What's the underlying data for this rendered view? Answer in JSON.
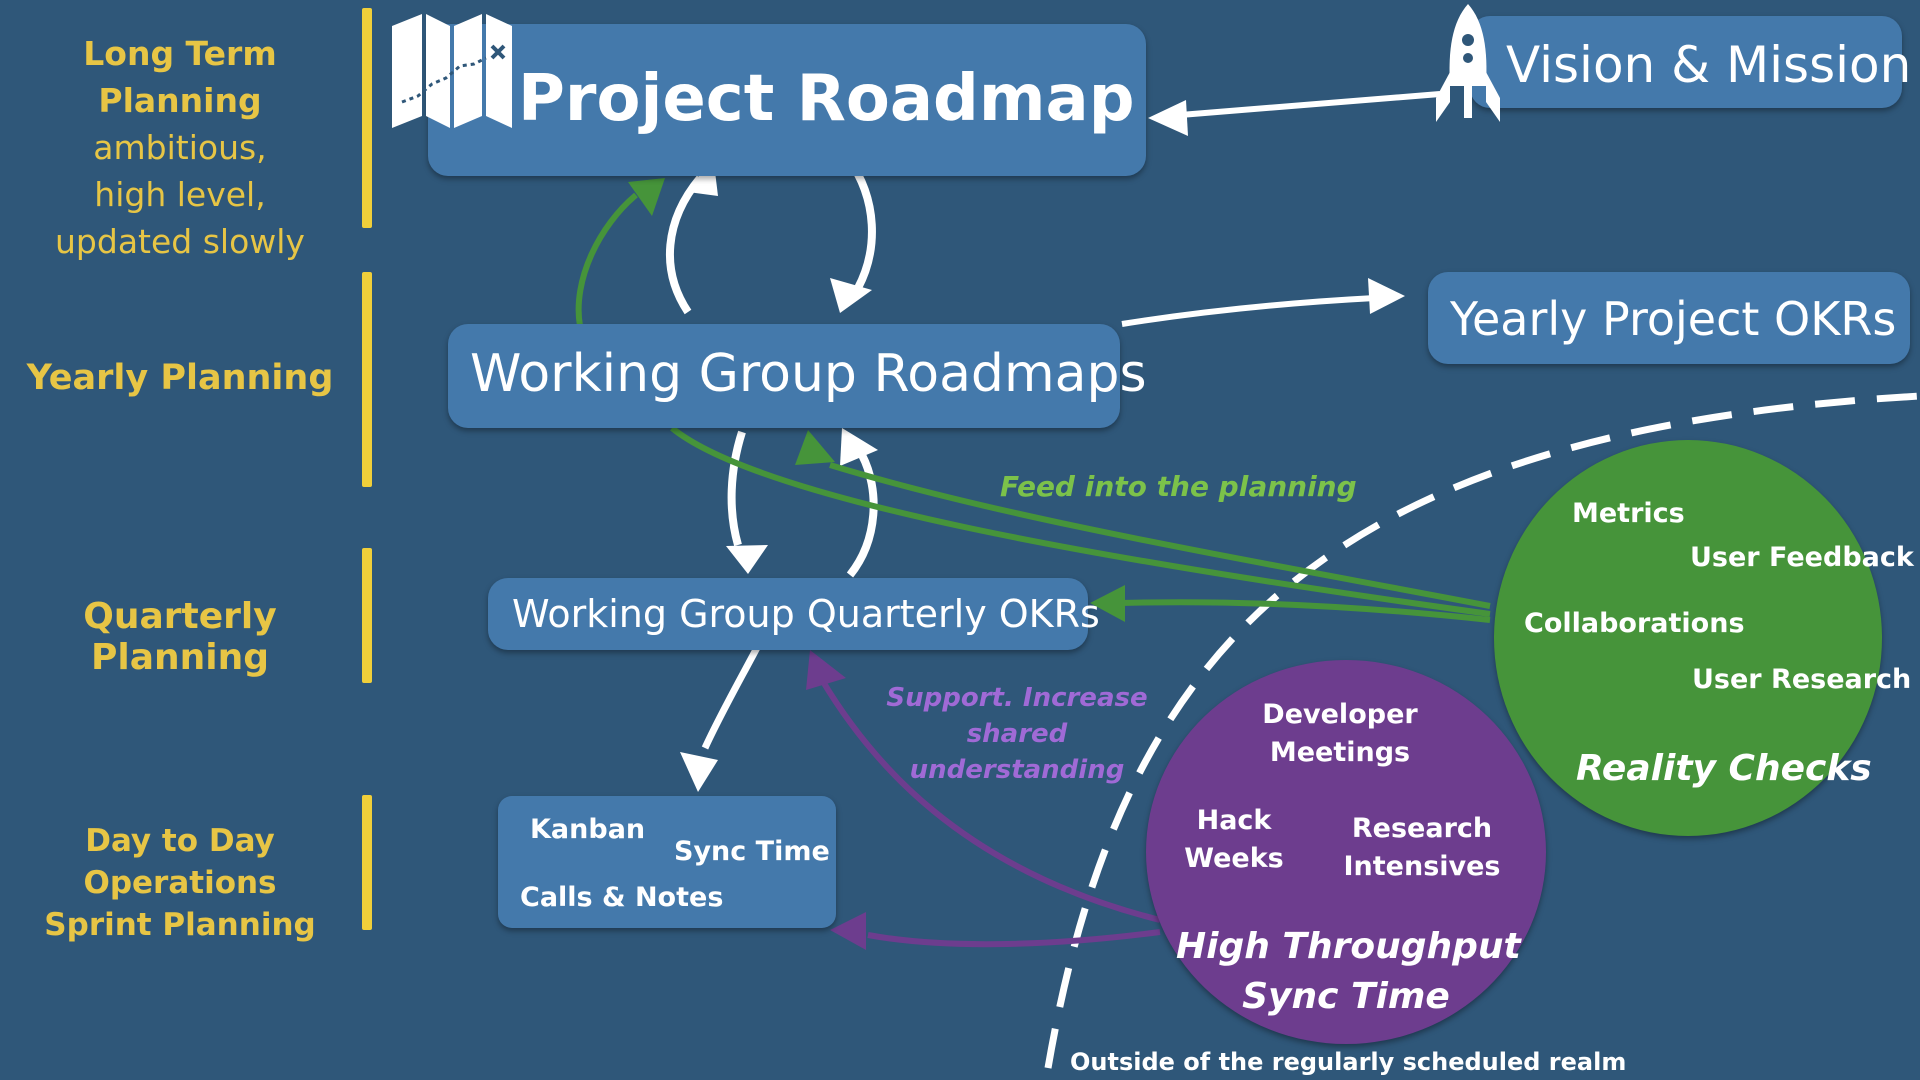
{
  "levels": {
    "long_term": {
      "title": "Long Term Planning",
      "line1": "ambitious,",
      "line2": "high level,",
      "line3": "updated slowly"
    },
    "yearly": {
      "title": "Yearly Planning"
    },
    "quarterly": {
      "title": "Quarterly Planning"
    },
    "day_to_day": {
      "line1": "Day to Day Operations",
      "line2": "Sprint Planning"
    }
  },
  "boxes": {
    "project_roadmap": "Project Roadmap",
    "vision_mission": "Vision & Mission",
    "wg_roadmaps": "Working Group Roadmaps",
    "yearly_okrs": "Yearly Project OKRs",
    "wg_quarterly_okrs": "Working Group Quarterly OKRs",
    "ops": {
      "kanban": "Kanban",
      "sync_time": "Sync Time",
      "calls_notes": "Calls & Notes"
    }
  },
  "annotations": {
    "feed": "Feed into the planning",
    "support_line1": "Support. Increase",
    "support_line2": "shared understanding",
    "outside": "Outside of the regularly scheduled realm"
  },
  "reality_checks": {
    "items": [
      "Metrics",
      "User Feedback",
      "Collaborations",
      "User Research"
    ],
    "title": "Reality Checks"
  },
  "high_throughput": {
    "items": {
      "dev_line1": "Developer",
      "dev_line2": "Meetings",
      "hack_line1": "Hack",
      "hack_line2": "Weeks",
      "research_line1": "Research",
      "research_line2": "Intensives"
    },
    "title_line1": "High Throughput",
    "title_line2": "Sync Time"
  },
  "colors": {
    "background": "#2f5779",
    "box": "#4479ab",
    "label_yellow": "#e7c545",
    "bar_yellow": "#f0cf3a",
    "green": "#46943a",
    "green_text": "#7cc24a",
    "purple": "#6d3d8e",
    "purple_text": "#a06ad6",
    "white": "#ffffff"
  },
  "icons": [
    "map-icon",
    "rocket-icon"
  ]
}
